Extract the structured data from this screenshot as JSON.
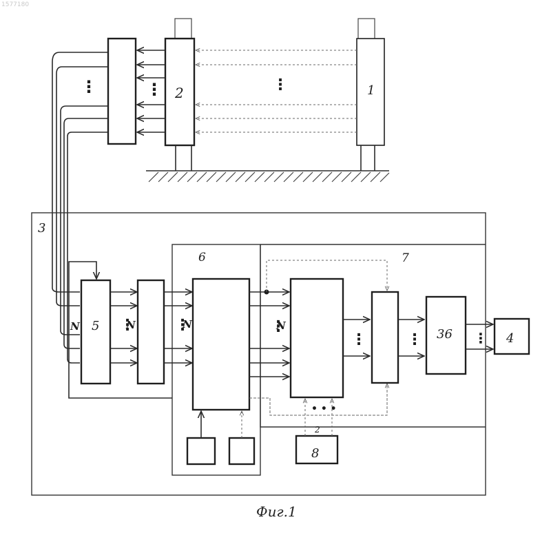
{
  "doc_number": "1577180",
  "caption": "Фиг.1",
  "labels": {
    "block_1": "1",
    "block_2": "2",
    "system_3": "3",
    "block_4": "4",
    "block_5": "5",
    "block_6": "6",
    "block_7": "7",
    "block_8": "8",
    "block_36": "36",
    "n_1": "N",
    "n_2": "N",
    "n_3": "N",
    "n_4": "N",
    "two_lines": "2"
  },
  "ellipsis": "⋮",
  "ink_color": "#1e1e1e"
}
